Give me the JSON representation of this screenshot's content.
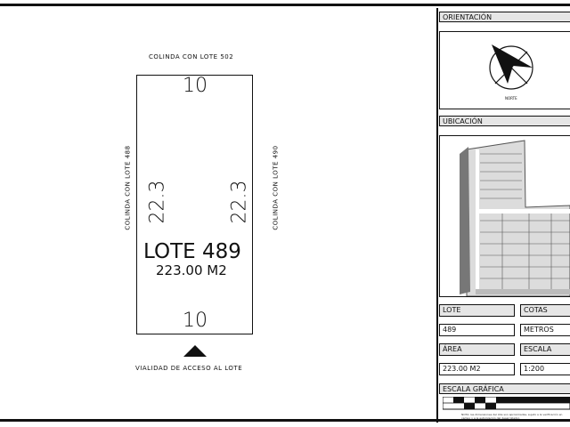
{
  "plan": {
    "top_neighbor": "COLINDA CON LOTE 502",
    "left_neighbor": "COLINDA CON LOTE 488",
    "right_neighbor": "COLINDA CON LOTE 490",
    "access_road": "VIALIDAD DE ACCESO AL LOTE",
    "dim_top": "10",
    "dim_bottom": "10",
    "dim_left": "22.3",
    "dim_right": "22.3",
    "lot_title": "LOTE 489",
    "lot_area": "223.00 M2"
  },
  "panel": {
    "orientation_header": "ORIENTACIÓN",
    "north_label": "NORTE",
    "location_header": "UBICACIÓN",
    "lot_header": "LOTE",
    "lot_value": "489",
    "dims_header": "COTAS",
    "dims_value": "METROS",
    "area_header": "ÁREA",
    "area_value": "223.00 M2",
    "scale_header": "ESCALA",
    "scale_value": "1:200",
    "graphic_scale_header": "ESCALA GRÁFICA",
    "disclaimer": "NOTA: las dimensiones del lote son aproximadas, sujeto a la verificación en campo y a la autorización del desarrollador."
  }
}
